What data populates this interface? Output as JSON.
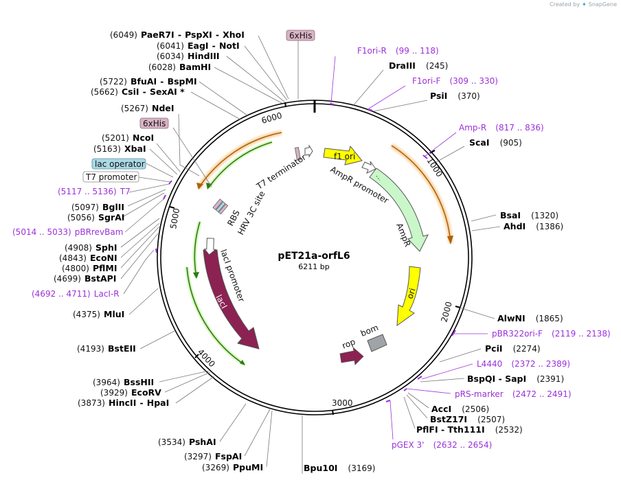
{
  "watermark": {
    "created_by": "Created by",
    "brand": "SnapGene"
  },
  "plasmid": {
    "name": "pET21a-orfL6",
    "length_label": "6211 bp",
    "length": 6211
  },
  "ticks": [
    1000,
    2000,
    3000,
    4000,
    5000,
    6000
  ],
  "colors": {
    "primer": "#9b30d9",
    "ampR": "#c9f7c9",
    "ori": "#ffff00",
    "lacI": "#8b2252",
    "bom": "#a0a4a8",
    "his": "#d8b3c4",
    "lacop": "#a9d9e6"
  },
  "labels": {
    "left_enzymes": [
      {
        "pos": "(6049)",
        "names": [
          "PaeR7I",
          "-",
          "PspXI",
          "-",
          "XhoI"
        ]
      },
      {
        "pos": "(6041)",
        "names": [
          "EagI",
          "-",
          "NotI"
        ]
      },
      {
        "pos": "(6034)",
        "names": [
          "HindIII"
        ]
      },
      {
        "pos": "(6028)",
        "names": [
          "BamHI"
        ]
      },
      {
        "pos": "(5722)",
        "names": [
          "BfuAI",
          "-",
          "BspMI"
        ]
      },
      {
        "pos": "(5662)",
        "names": [
          "CsiI",
          "-",
          "SexAI *"
        ]
      },
      {
        "pos": "(5267)",
        "names": [
          "NdeI"
        ]
      },
      {
        "pos": "(5201)",
        "names": [
          "NcoI"
        ]
      },
      {
        "pos": "(5163)",
        "names": [
          "XbaI"
        ]
      },
      {
        "pos": "(5097)",
        "names": [
          "BglII"
        ]
      },
      {
        "pos": "(5056)",
        "names": [
          "SgrAI"
        ]
      },
      {
        "pos": "(4908)",
        "names": [
          "SphI"
        ]
      },
      {
        "pos": "(4843)",
        "names": [
          "EcoNI"
        ]
      },
      {
        "pos": "(4800)",
        "names": [
          "PflMI"
        ]
      },
      {
        "pos": "(4699)",
        "names": [
          "BstAPI"
        ]
      },
      {
        "pos": "(4375)",
        "names": [
          "MluI"
        ]
      },
      {
        "pos": "(4193)",
        "names": [
          "BstEII"
        ]
      },
      {
        "pos": "(3964)",
        "names": [
          "BssHII"
        ]
      },
      {
        "pos": "(3929)",
        "names": [
          "EcoRV"
        ]
      },
      {
        "pos": "(3873)",
        "names": [
          "HincII",
          "-",
          "HpaI"
        ]
      },
      {
        "pos": "(3534)",
        "names": [
          "PshAI"
        ]
      },
      {
        "pos": "(3297)",
        "names": [
          "FspAI"
        ]
      },
      {
        "pos": "(3269)",
        "names": [
          "PpuMI"
        ]
      }
    ],
    "right_enzymes": [
      {
        "name": "DraIII",
        "pos": "(245)"
      },
      {
        "name": "PsiI",
        "pos": "(370)"
      },
      {
        "name": "ScaI",
        "pos": "(905)"
      },
      {
        "name": "BsaI",
        "pos": "(1320)"
      },
      {
        "name": "AhdI",
        "pos": "(1386)"
      },
      {
        "name": "AlwNI",
        "pos": "(1865)"
      },
      {
        "name": "PciI",
        "pos": "(2274)"
      },
      {
        "name": "BspQI - SapI",
        "pos": "(2391)"
      },
      {
        "name": "AccI",
        "pos": "(2506)"
      },
      {
        "name": "BstZ17I",
        "pos": "(2507)"
      },
      {
        "name": "PflFI - Tth111I",
        "pos": "(2532)"
      },
      {
        "name": "Bpu10I",
        "pos": "(3169)"
      }
    ],
    "primers": [
      {
        "name": "F1ori-R",
        "range": "(99 .. 118)"
      },
      {
        "name": "F1ori-F",
        "range": "(309 .. 330)"
      },
      {
        "name": "Amp-R",
        "range": "(817 .. 836)"
      },
      {
        "name": "pBR322ori-F",
        "range": "(2119 .. 2138)"
      },
      {
        "name": "L4440",
        "range": "(2372 .. 2389)"
      },
      {
        "name": "pRS-marker",
        "range": "(2472 .. 2491)"
      },
      {
        "name": "pGEX 3'",
        "range": "(2632 .. 2654)"
      },
      {
        "name": "T7",
        "range": "(5117 .. 5136)"
      },
      {
        "name": "pBRrevBam",
        "range": "(5014 .. 5033)"
      },
      {
        "name": "LacI-R",
        "range": "(4692 .. 4711)"
      }
    ],
    "boxed": {
      "his_top": "6xHis",
      "his_left": "6xHis",
      "lac_operator": "lac operator",
      "t7_promoter": "T7 promoter"
    },
    "features": {
      "f1ori": "f1 ori",
      "ampr_promoter": "AmpR promoter",
      "ampr": "AmpR",
      "ori": "ori",
      "rop": "rop",
      "bom": "bom",
      "laci": "lacI",
      "laci_promoter": "lacI promoter",
      "t7_terminator": "T7 terminator",
      "rbs": "RBS",
      "hrv": "HRV 3C site"
    }
  }
}
